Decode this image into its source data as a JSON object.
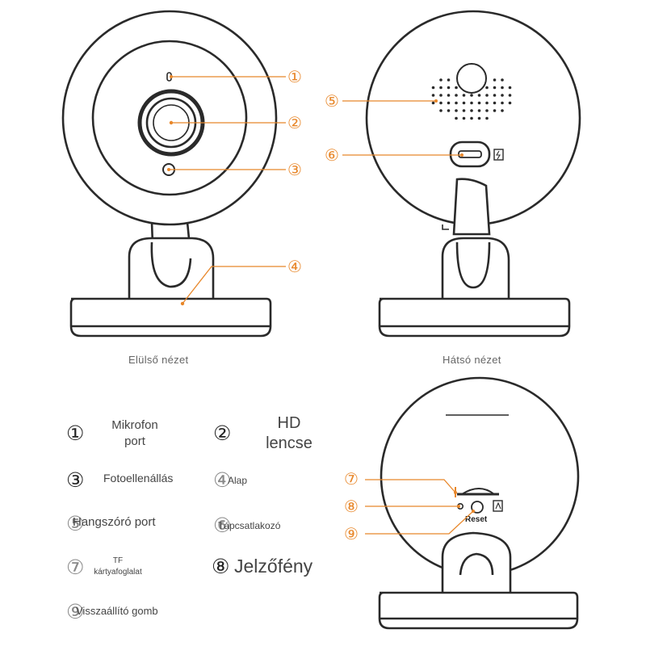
{
  "views": {
    "front_caption": "Elülső nézet",
    "back_caption": "Hátsó nézet"
  },
  "callouts": [
    {
      "number": "①",
      "target": "microphone-port"
    },
    {
      "number": "②",
      "target": "hd-lens"
    },
    {
      "number": "③",
      "target": "photoresistor"
    },
    {
      "number": "④",
      "target": "base"
    },
    {
      "number": "⑤",
      "target": "speaker-port"
    },
    {
      "number": "⑥",
      "target": "power-connector"
    },
    {
      "number": "⑦",
      "target": "tf-card-slot"
    },
    {
      "number": "⑧",
      "target": "indicator-light"
    },
    {
      "number": "⑨",
      "target": "reset-button"
    }
  ],
  "reset_label": "Reset",
  "legend": [
    {
      "number": "①",
      "label": "Mikrofon\nport"
    },
    {
      "number": "②",
      "label": "HD\nlencse"
    },
    {
      "number": "③",
      "label": "Fotoellenállás"
    },
    {
      "number": "④",
      "label": "Alap"
    },
    {
      "number": "⑤",
      "label": "Hangszóró port"
    },
    {
      "number": "⑥",
      "label": "Tápcsatlakozó"
    },
    {
      "number": "⑦",
      "label": "TF\nkártyafoglalat"
    },
    {
      "number": "⑧",
      "label": "Jelzőfény"
    },
    {
      "number": "⑨",
      "label": "Visszaállító gomb"
    }
  ],
  "colors": {
    "callout": "#e8872a",
    "outline": "#2a2a2a"
  }
}
